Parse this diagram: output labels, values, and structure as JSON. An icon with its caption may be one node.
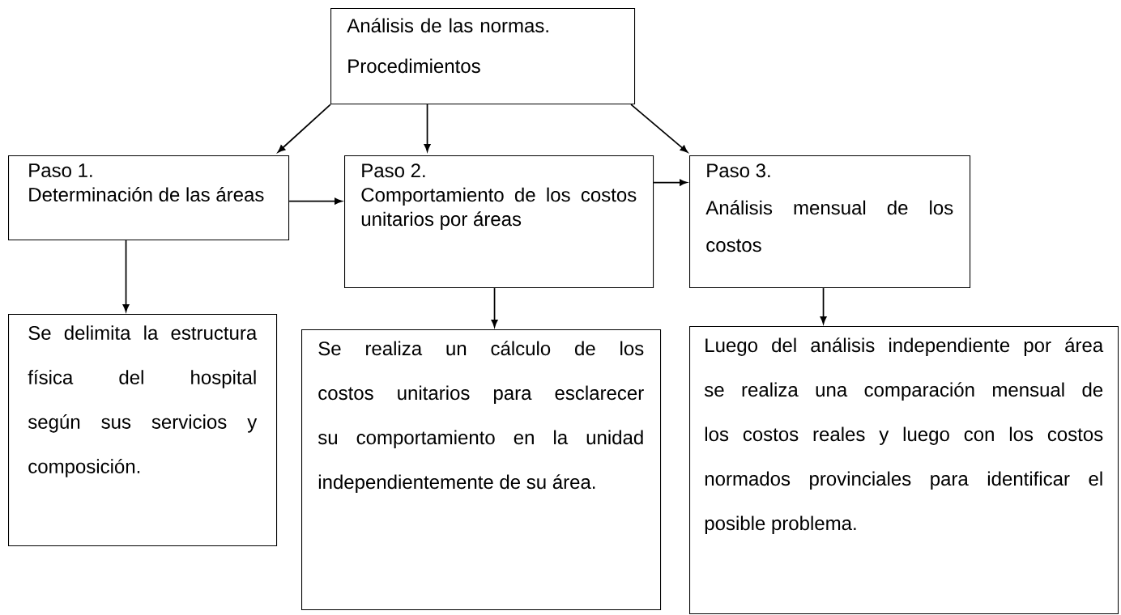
{
  "diagram": {
    "nodes": [
      {
        "text": [
          "Análisis de las normas.",
          "Procedimientos"
        ]
      },
      {
        "text": [
          "Paso 1.",
          "Determinación de las áreas"
        ]
      },
      {
        "text": [
          "Paso 2.",
          "Comportamiento de los costos unitarios por áreas"
        ]
      },
      {
        "text": [
          "Paso 3.",
          "Análisis mensual de los costos"
        ]
      },
      {
        "text": [
          "Se delimita la estructura física del hospital según sus servicios y composición."
        ]
      },
      {
        "text": [
          "Se realiza un cálculo de los costos unitarios para esclarecer su comportamiento en la unidad independientemente de su área."
        ]
      },
      {
        "text": [
          "Luego del análisis independiente por área se realiza una comparación mensual de los costos reales y luego con los costos normados provinciales para identificar el posible problema."
        ]
      }
    ],
    "edges": [
      {
        "from": 0,
        "to": 1,
        "arrow": "to"
      },
      {
        "from": 0,
        "to": 2,
        "arrow": "to"
      },
      {
        "from": 0,
        "to": 3,
        "arrow": "to"
      },
      {
        "from": 1,
        "to": 2,
        "arrow": "to"
      },
      {
        "from": 2,
        "to": 3,
        "arrow": "to"
      },
      {
        "from": 1,
        "to": 4,
        "arrow": "to"
      },
      {
        "from": 2,
        "to": 5,
        "arrow": "to"
      },
      {
        "from": 3,
        "to": 6,
        "arrow": "to"
      }
    ]
  }
}
